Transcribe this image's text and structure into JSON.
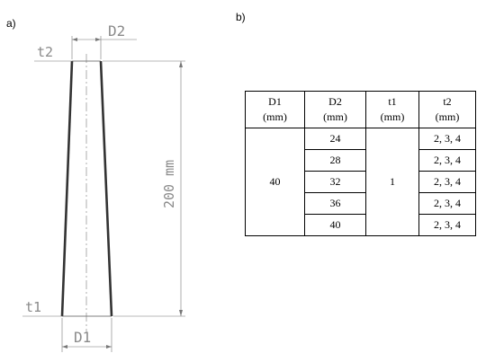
{
  "panel_a_label": "a)",
  "panel_b_label": "b)",
  "drawing": {
    "top_thickness_label": "t2",
    "top_diameter_label": "D2",
    "height_label": "200 mm",
    "bottom_thickness_label": "t1",
    "bottom_diameter_label": "D1"
  },
  "table": {
    "headers": [
      {
        "name": "D1",
        "unit": "(mm)"
      },
      {
        "name": "D2",
        "unit": "(mm)"
      },
      {
        "name": "t1",
        "unit": "(mm)"
      },
      {
        "name": "t2",
        "unit": "(mm)"
      }
    ],
    "d1_value": "40",
    "t1_value": "1",
    "rows": [
      {
        "d2": "24",
        "t2": "2, 3, 4"
      },
      {
        "d2": "28",
        "t2": "2, 3, 4"
      },
      {
        "d2": "32",
        "t2": "2, 3, 4"
      },
      {
        "d2": "36",
        "t2": "2, 3, 4"
      },
      {
        "d2": "40",
        "t2": "2, 3, 4"
      }
    ]
  }
}
